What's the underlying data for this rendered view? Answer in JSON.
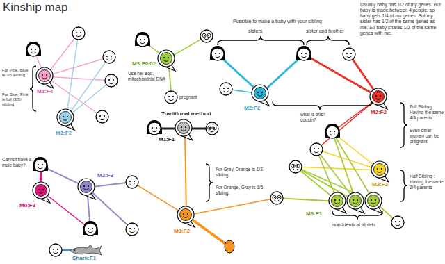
{
  "diagram": {
    "title": "Kinship map",
    "nodes": [
      {
        "text": [
          "M3:F0.02"
        ]
      },
      {
        "text": [
          "M1:F4"
        ]
      },
      {
        "text": [
          "M1:F2"
        ]
      },
      {
        "text": [
          "M2:F2"
        ]
      },
      {
        "text": [
          "M2:F2"
        ]
      },
      {
        "text": [
          "M1:F1"
        ]
      },
      {
        "text": [
          "M2:F2"
        ]
      },
      {
        "text": [
          "M2:F3"
        ]
      },
      {
        "text": [
          "M0:F3"
        ]
      },
      {
        "text": [
          "M3:F2"
        ]
      },
      {
        "text": [
          "M3:F1"
        ]
      },
      {
        "text": [
          "Shark:F1"
        ]
      }
    ],
    "labels": [
      "Possible to make a baby with your sibling",
      "sisters",
      "sister and brother",
      "Usually baby has 1/2 of my genes. But baby is made between 4 people, so baby gets 1/4 of my genes. But my sister has 1/2 of the same genes as me. So baby shares 1/2 of the same genes with me.",
      "Use her egg, mitochondrial DNA",
      "pregnant",
      "For Pink, Blue is 3/5 sibling.",
      "For Blue, Pink is full (3/3) sibling.",
      "what is this? cousin?",
      "Full Sibling : Having the same 4/4 parents.",
      "Even other women can be pregnant.",
      "Traditional method",
      "For Gray, Orange is 1/2 sibling.",
      "For Orange, Gray is 1/5 sibling.",
      "Half Sibling : Having the same 2/4 parents",
      "Cannot have a male baby?",
      "non-identical triplets"
    ]
  }
}
